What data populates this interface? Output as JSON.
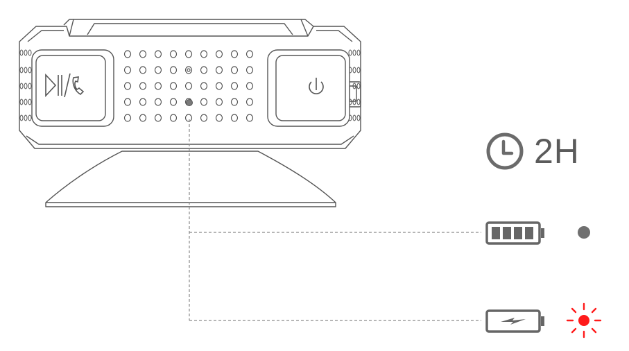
{
  "charge_time": {
    "icon": "clock-icon",
    "label": "2H"
  },
  "indicators": [
    {
      "name": "full-charge",
      "battery_icon": "battery-full-icon",
      "status_icon": "led-off-dot-icon",
      "status_color": "#707070"
    },
    {
      "name": "charging",
      "battery_icon": "battery-charging-icon",
      "status_icon": "led-red-blinking-icon",
      "status_color": "#ff1a1a"
    }
  ],
  "colors": {
    "line": "#555555",
    "leader": "#8a8a8a",
    "icon_gray": "#6b6b6b",
    "led_red": "#ff1a1a"
  }
}
